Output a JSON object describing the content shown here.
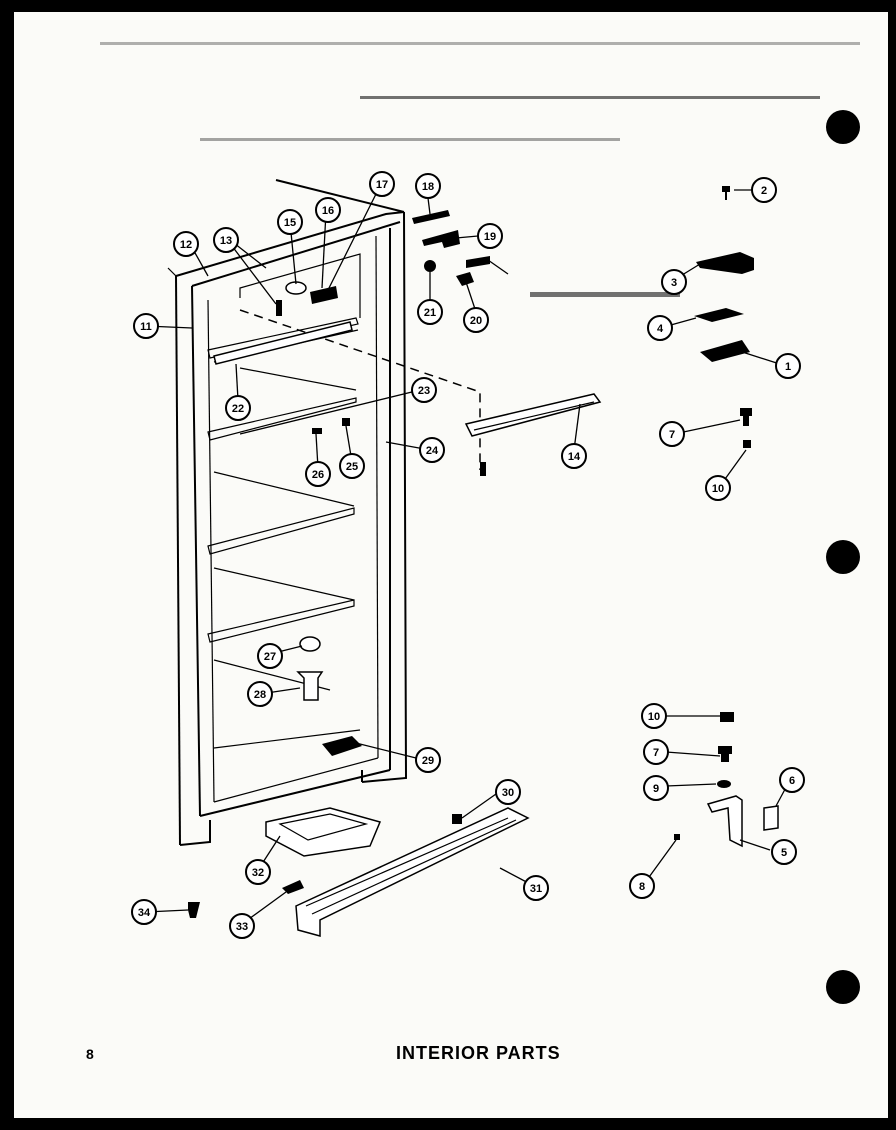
{
  "page": {
    "page_number": "8",
    "title": "INTERIOR PARTS"
  },
  "callouts": [
    {
      "id": "c1",
      "label": "1"
    },
    {
      "id": "c2",
      "label": "2"
    },
    {
      "id": "c3",
      "label": "3"
    },
    {
      "id": "c4",
      "label": "4"
    },
    {
      "id": "c5",
      "label": "5"
    },
    {
      "id": "c6",
      "label": "6"
    },
    {
      "id": "c7a",
      "label": "7"
    },
    {
      "id": "c7b",
      "label": "7"
    },
    {
      "id": "c8",
      "label": "8"
    },
    {
      "id": "c9",
      "label": "9"
    },
    {
      "id": "c10a",
      "label": "10"
    },
    {
      "id": "c10b",
      "label": "10"
    },
    {
      "id": "c11",
      "label": "11"
    },
    {
      "id": "c12",
      "label": "12"
    },
    {
      "id": "c13",
      "label": "13"
    },
    {
      "id": "c14",
      "label": "14"
    },
    {
      "id": "c15",
      "label": "15"
    },
    {
      "id": "c16",
      "label": "16"
    },
    {
      "id": "c17",
      "label": "17"
    },
    {
      "id": "c18",
      "label": "18"
    },
    {
      "id": "c19",
      "label": "19"
    },
    {
      "id": "c20",
      "label": "20"
    },
    {
      "id": "c21",
      "label": "21"
    },
    {
      "id": "c22",
      "label": "22"
    },
    {
      "id": "c23",
      "label": "23"
    },
    {
      "id": "c24",
      "label": "24"
    },
    {
      "id": "c25",
      "label": "25"
    },
    {
      "id": "c26",
      "label": "26"
    },
    {
      "id": "c27",
      "label": "27"
    },
    {
      "id": "c28",
      "label": "28"
    },
    {
      "id": "c29",
      "label": "29"
    },
    {
      "id": "c30",
      "label": "30"
    },
    {
      "id": "c31",
      "label": "31"
    },
    {
      "id": "c32",
      "label": "32"
    },
    {
      "id": "c33",
      "label": "33"
    },
    {
      "id": "c34",
      "label": "34"
    }
  ]
}
